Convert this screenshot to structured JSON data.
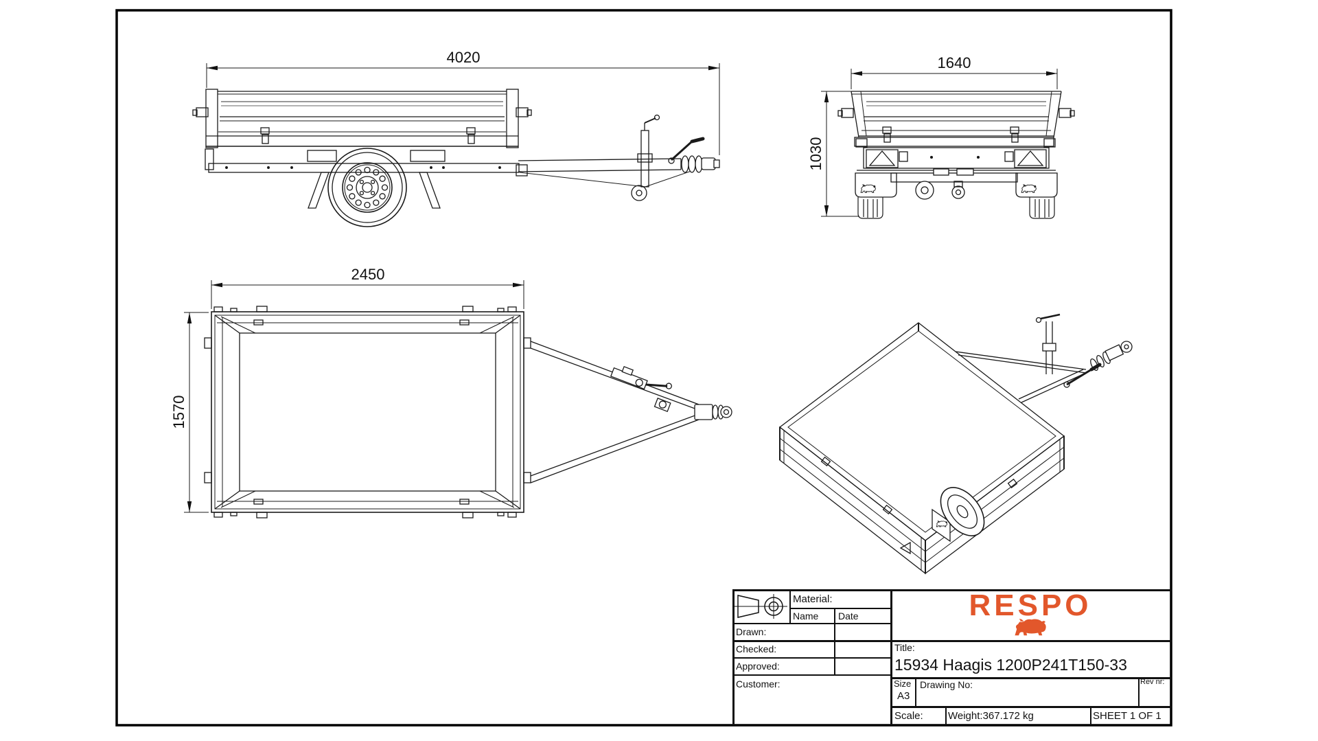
{
  "sheet": {
    "background": "#ffffff",
    "line_color": "#111111",
    "accent_line_color": "#999999"
  },
  "views": {
    "side": {
      "total_length_dim": "4020"
    },
    "rear": {
      "overall_width_dim": "1640",
      "overall_height_dim": "1030"
    },
    "top": {
      "bed_length_dim": "2450",
      "bed_width_dim": "1570"
    },
    "iso": {}
  },
  "title_block": {
    "material_label": "Material:",
    "name_header": "Name",
    "date_header": "Date",
    "drawn_label": "Drawn:",
    "checked_label": "Checked:",
    "approved_label": "Approved:",
    "customer_label": "Customer:",
    "logo_text": "RESPO",
    "logo_color": "#E2572B",
    "title_label": "Title:",
    "title_value": "15934 Haagis 1200P241T150-33",
    "size_label": "Size",
    "size_value": "A3",
    "drawing_no_label": "Drawing No:",
    "rev_label": "Rev nr:",
    "scale_label": "Scale:",
    "weight_value": "Weight:367.172 kg",
    "sheet_value": "SHEET 1 OF 1"
  }
}
